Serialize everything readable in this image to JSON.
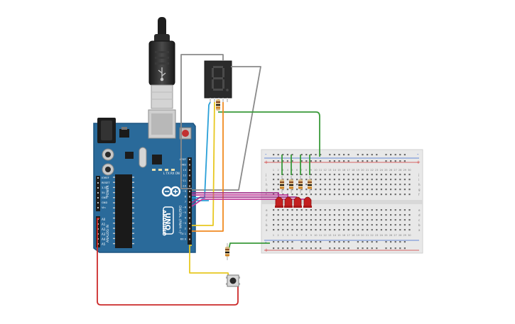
{
  "arduino": {
    "brand": "ARDUINO",
    "model": "UNO",
    "header_labels": [
      "AREF",
      "GND",
      "13",
      "12",
      "~11",
      "~10",
      "~9",
      "8",
      "7",
      "~6",
      "~5",
      "4",
      "~3",
      "2",
      "TX 1",
      "RX 0"
    ],
    "digital_label": "DIGITAL (PWM ~)",
    "power_label": "POWER",
    "analog_label": "ANALOG IN",
    "power_pins": [
      "IOREF",
      "RESET",
      "3.3V",
      "5V",
      "GND",
      "GND",
      "Vin"
    ],
    "analog_pins": [
      "A0",
      "A1",
      "A2",
      "A3",
      "A4",
      "A5"
    ],
    "led_labels": [
      "L",
      "TX",
      "RX",
      "ON"
    ]
  },
  "breadboard": {
    "row_letters_top": [
      "j",
      "i",
      "h",
      "g",
      "f"
    ],
    "row_letters_bottom": [
      "e",
      "d",
      "c",
      "b",
      "a"
    ],
    "column_count": 30,
    "rail_minus": "-",
    "rail_plus": "+"
  },
  "seven_segment": {
    "digit": "8"
  },
  "colors": {
    "board": "#2a6a9a",
    "wire_green": "#3a9a3a",
    "wire_red": "#cc2a2a",
    "wire_yellow": "#e8c820",
    "wire_orange": "#f08a20",
    "wire_blue": "#2aa0d8",
    "wire_purple": "#a0308a",
    "wire_magenta": "#c03a9a",
    "wire_gray": "#8a8a8a",
    "led_red": "#c42020"
  },
  "components": [
    "usb-cable",
    "arduino-uno",
    "seven-segment-display",
    "breadboard",
    "red-leds",
    "resistors",
    "pushbutton"
  ]
}
